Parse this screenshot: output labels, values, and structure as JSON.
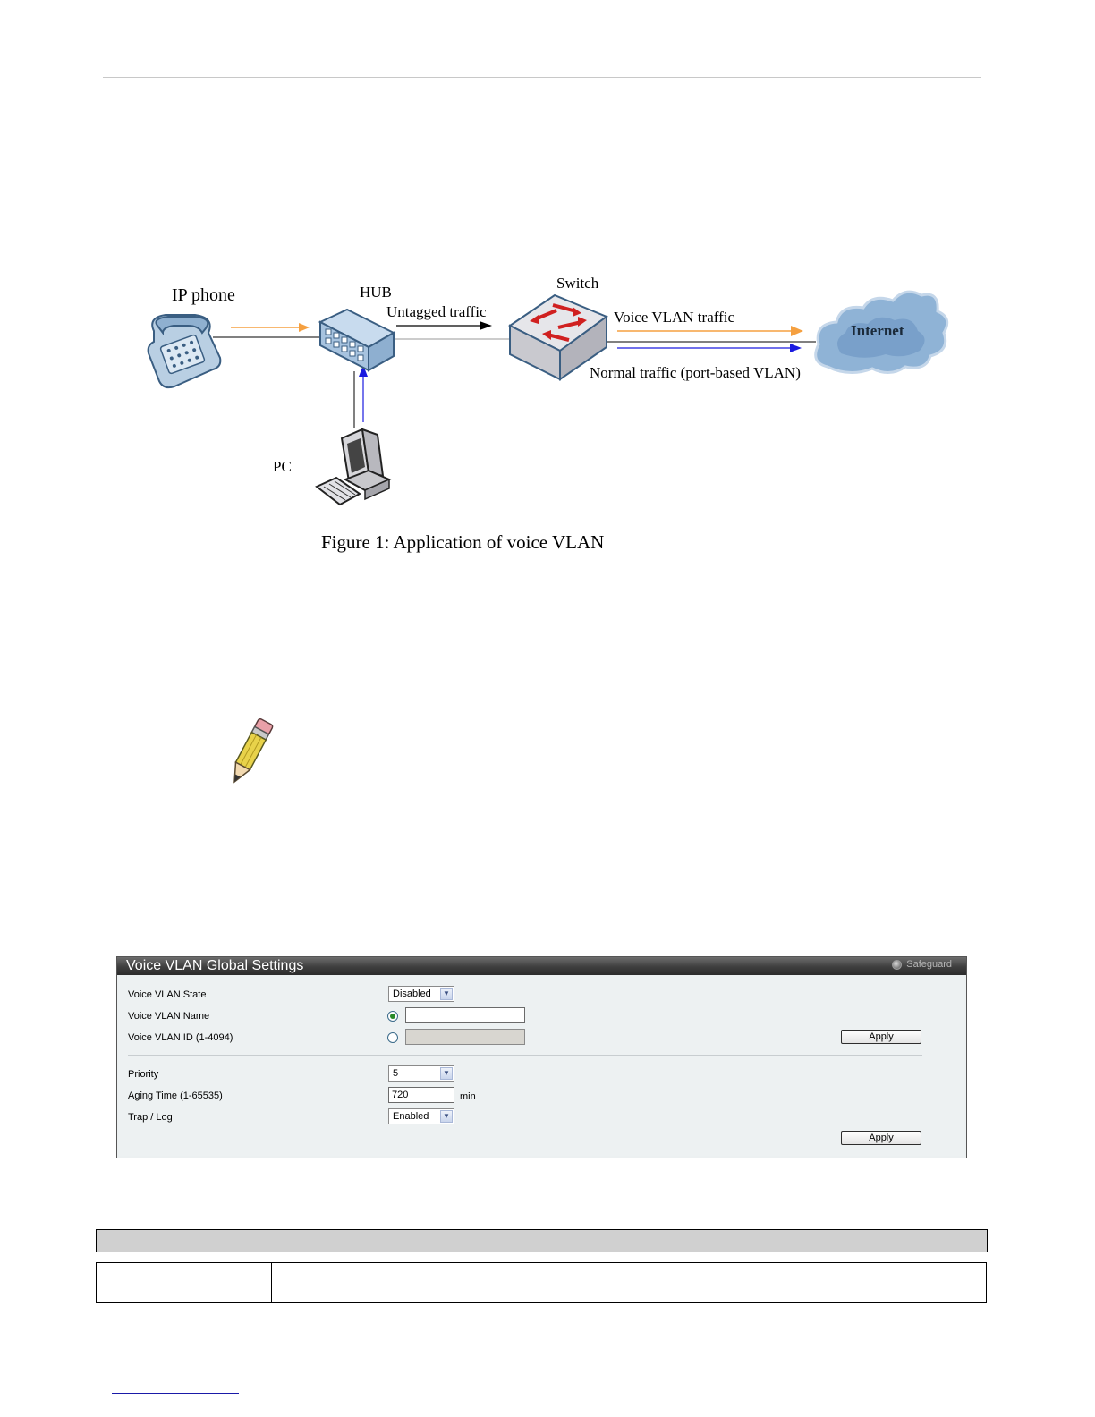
{
  "diagram": {
    "ip_phone": "IP phone",
    "hub": "HUB",
    "untagged": "Untagged traffic",
    "switch": "Switch",
    "voice_traffic": "Voice VLAN traffic",
    "normal_traffic": "Normal traffic (port-based VLAN)",
    "internet": "Internet",
    "pc": "PC",
    "caption": "Figure 1: Application of voice VLAN",
    "colors": {
      "voice": "#f5a040",
      "pc": "#1a1ae0",
      "untagged": "#000000"
    }
  },
  "panel": {
    "title": "Voice VLAN Global Settings",
    "safeguard": "Safeguard",
    "fields": {
      "state_label": "Voice VLAN State",
      "state_value": "Disabled",
      "name_label": "Voice VLAN Name",
      "name_value": "",
      "id_label": "Voice VLAN ID (1-4094)",
      "id_value": "",
      "priority_label": "Priority",
      "priority_value": "5",
      "aging_label": "Aging Time (1-65535)",
      "aging_value": "720",
      "aging_unit": "min",
      "trap_label": "Trap / Log",
      "trap_value": "Enabled"
    },
    "apply_label": "Apply",
    "colors": {
      "header": "#3e3e3e",
      "body": "#edf1f2"
    }
  },
  "icons": {
    "note": "pencil-note-icon",
    "dropdown": "chevron-down-icon"
  }
}
